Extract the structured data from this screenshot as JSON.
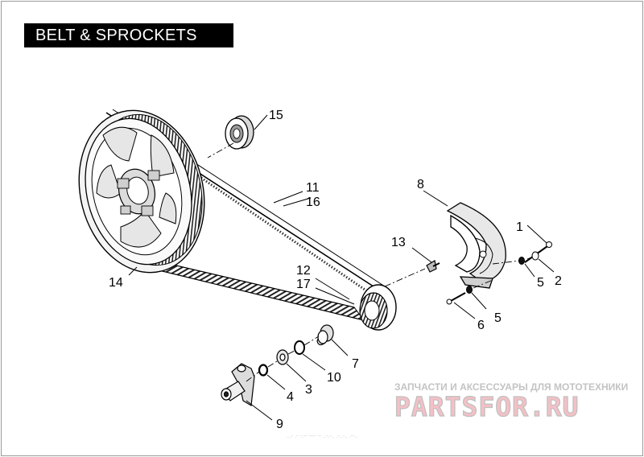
{
  "title": "BELT & SPROCKETS",
  "callouts": {
    "c1": "1",
    "c2": "2",
    "c3": "3",
    "c4": "4",
    "c5a": "5",
    "c5b": "5",
    "c6": "6",
    "c7": "7",
    "c8": "8",
    "c9": "9",
    "c10": "10",
    "c11": "11",
    "c12": "12",
    "c13": "13",
    "c14": "14",
    "c15": "15",
    "c16": "16",
    "c17": "17"
  },
  "watermark": {
    "tagline": "ЗАПЧАСТИ И АКСЕССУАРЫ ДЛЯ МОТОТЕХНИКИ",
    "brand": "PARTSFOR.RU"
  },
  "footer_text": "...- .- -.-- ---- -- ..-.-.. .-..-.. .--.."
}
